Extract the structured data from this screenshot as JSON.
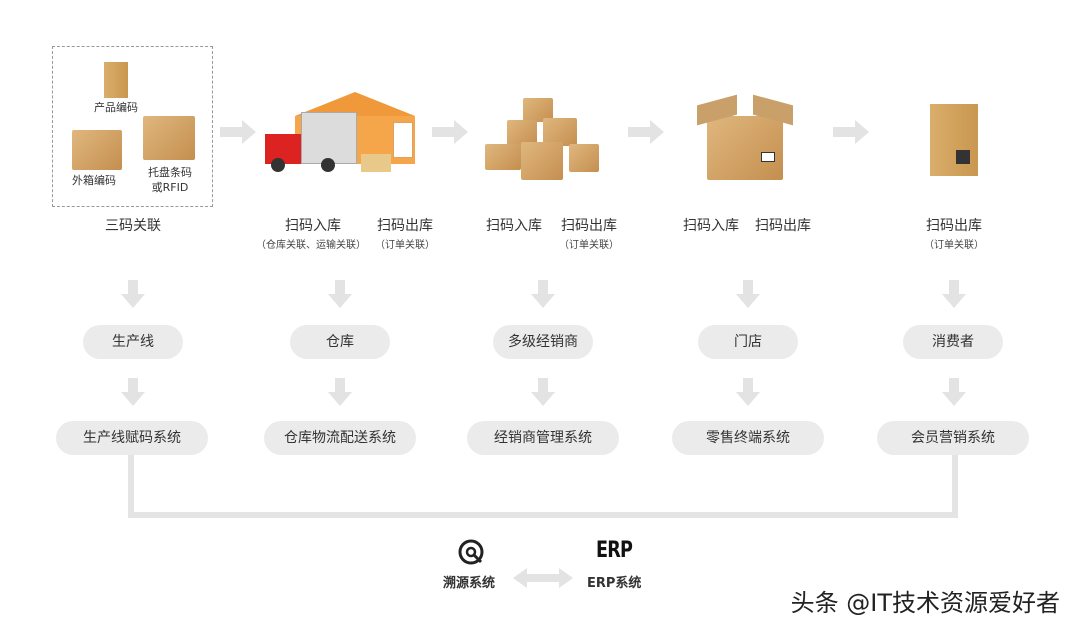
{
  "stage1": {
    "items": [
      "产品编码",
      "外箱编码",
      "托盘条码",
      "或RFID"
    ],
    "title": "三码关联"
  },
  "stage2": {
    "in": "扫码入库",
    "in_note": "（仓库关联、运输关联）",
    "out": "扫码出库",
    "out_note": "（订单关联）"
  },
  "stage3": {
    "in": "扫码入库",
    "out": "扫码出库",
    "out_note": "（订单关联）"
  },
  "stage4": {
    "in": "扫码入库",
    "out": "扫码出库"
  },
  "stage5": {
    "out": "扫码出库",
    "out_note": "（订单关联）"
  },
  "nodes": [
    "生产线",
    "仓库",
    "多级经销商",
    "门店",
    "消费者"
  ],
  "systems": [
    "生产线赋码系统",
    "仓库物流配送系统",
    "经销商管理系统",
    "零售终端系统",
    "会员营销系统"
  ],
  "bottom": {
    "trace_label": "溯源系统",
    "erp_logo": "ERP",
    "erp_label": "ERP系统"
  },
  "watermark": "头条 @IT技术资源爱好者"
}
